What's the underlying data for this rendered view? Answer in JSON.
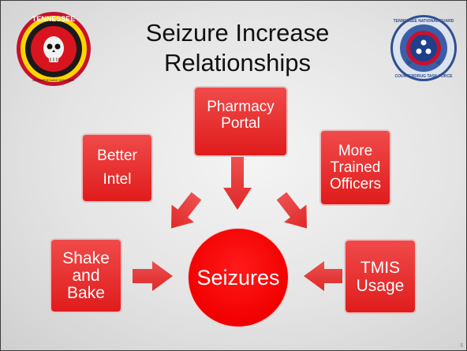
{
  "slide": {
    "title_line1": "Seizure Increase",
    "title_line2": "Relationships",
    "page_number": "5"
  },
  "logos": {
    "left": {
      "ring_text": "TENNESSEE",
      "bottom_text": "METHAMPHETAMINE TASK FORCE"
    },
    "right": {
      "ring_text": "TENNESSEE NATIONAL GUARD",
      "bottom_text": "COUNTERDRUG TASK FORCE"
    }
  },
  "diagram": {
    "center": "Seizures",
    "inputs": [
      {
        "id": "pharmacy",
        "lines": [
          "Pharmacy",
          "Portal"
        ]
      },
      {
        "id": "intel",
        "lines": [
          "Better",
          "Intel"
        ]
      },
      {
        "id": "trained",
        "lines": [
          "More",
          "Trained",
          "Officers"
        ]
      },
      {
        "id": "shake",
        "lines": [
          "Shake",
          "and",
          "Bake"
        ]
      },
      {
        "id": "tmis",
        "lines": [
          "TMIS",
          "Usage"
        ]
      }
    ]
  },
  "colors": {
    "box_fill": "#e82a2a",
    "center_fill": "#f20000",
    "arrow_fill": "#e53a3a"
  }
}
